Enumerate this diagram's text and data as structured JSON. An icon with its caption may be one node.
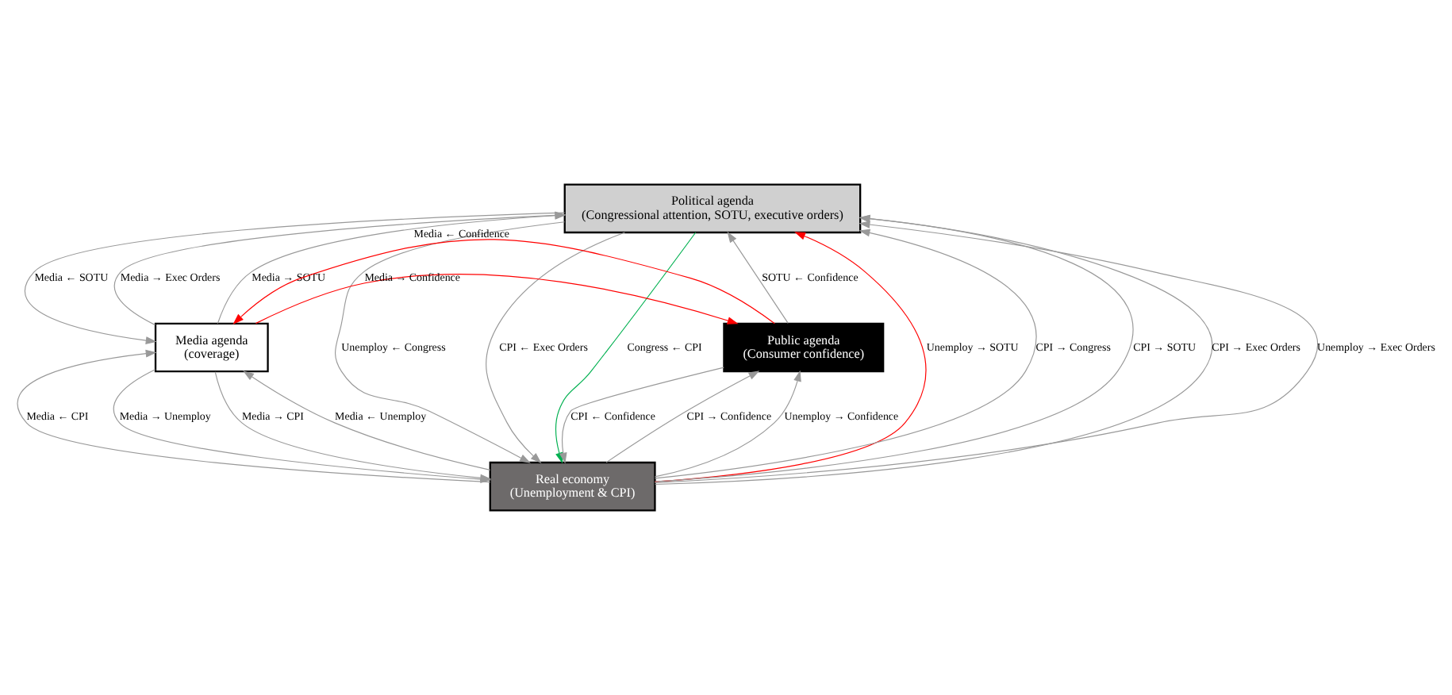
{
  "diagram": {
    "nodes": [
      {
        "text": [
          "Political agenda",
          "(Congressional attention, SOTU, executive orders)"
        ]
      },
      {
        "text": [
          "Media agenda",
          "(coverage)"
        ]
      },
      {
        "text": [
          "Public agenda",
          "(Consumer confidence)"
        ]
      },
      {
        "text": [
          "Real economy",
          "(Unemployment & CPI)"
        ]
      }
    ],
    "edges": [
      {
        "from": 1,
        "to": 0,
        "arrow": "to",
        "label": "Media → Exec Orders"
      },
      {
        "from": 1,
        "to": 0,
        "arrow": "to",
        "label": "Media → SOTU"
      },
      {
        "from": 0,
        "to": 1,
        "arrow": "to",
        "label": "Media ← SOTU"
      },
      {
        "from": 0,
        "to": 3,
        "arrow": "to",
        "label": "Unemploy ← Congress"
      },
      {
        "from": 0,
        "to": 3,
        "arrow": "to",
        "label": "CPI ← Exec Orders"
      },
      {
        "from": 0,
        "to": 3,
        "arrow": "to",
        "label": "Congress ← CPI",
        "color": "#00b050"
      },
      {
        "from": 3,
        "to": 0,
        "arrow": "to",
        "label": "Unemploy → SOTU",
        "color": "#ff0000"
      },
      {
        "from": 3,
        "to": 0,
        "arrow": "to",
        "label": "CPI → Congress"
      },
      {
        "from": 3,
        "to": 0,
        "arrow": "to",
        "label": "CPI → SOTU"
      },
      {
        "from": 3,
        "to": 0,
        "arrow": "to",
        "label": "CPI → Exec Orders"
      },
      {
        "from": 3,
        "to": 0,
        "arrow": "to",
        "label": "Unemploy → Exec Orders"
      },
      {
        "from": 2,
        "to": 0,
        "arrow": "to",
        "label": "SOTU ← Confidence"
      },
      {
        "from": 1,
        "to": 2,
        "arrow": "to",
        "label": "Media → Confidence",
        "color": "#ff0000"
      },
      {
        "from": 2,
        "to": 1,
        "arrow": "to",
        "label": "Media ← Confidence",
        "color": "#ff0000"
      },
      {
        "from": 3,
        "to": 1,
        "arrow": "to",
        "label": "Media ← Unemploy"
      },
      {
        "from": 3,
        "to": 1,
        "arrow": "to",
        "label": "Media ← CPI"
      },
      {
        "from": 1,
        "to": 3,
        "arrow": "to",
        "label": "Media → Unemploy"
      },
      {
        "from": 1,
        "to": 3,
        "arrow": "to",
        "label": "Media → CPI"
      },
      {
        "from": 2,
        "to": 3,
        "arrow": "to",
        "label": "CPI ← Confidence"
      },
      {
        "from": 3,
        "to": 2,
        "arrow": "to",
        "label": "CPI → Confidence"
      },
      {
        "from": 3,
        "to": 2,
        "arrow": "to",
        "label": "Unemploy → Confidence"
      }
    ]
  }
}
